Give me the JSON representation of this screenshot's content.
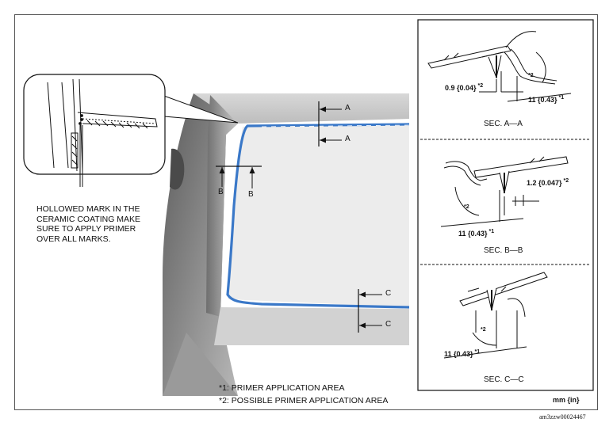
{
  "callouts": {
    "a_top": "A",
    "a_bottom": "A",
    "b_left": "B",
    "b_right": "B",
    "c_top": "C",
    "c_bottom": "C"
  },
  "note": {
    "lines": [
      "HOLLOWED MARK IN THE",
      "CERAMIC COATING MAKE",
      "SURE TO APPLY PRIMER",
      "OVER ALL MARKS."
    ]
  },
  "sections": {
    "a": {
      "title": "SEC. A—A",
      "dim1": "0.9 {0.04}",
      "dim1_mark": "*2",
      "dim2": "11 {0.43}",
      "dim2_mark": "*1",
      "angle_mark": "*2"
    },
    "b": {
      "title": "SEC. B—B",
      "dim1": "1.2 {0.047}",
      "dim1_mark": "*2",
      "dim2": "11 {0.43}",
      "dim2_mark": "*1",
      "angle_mark": "*2"
    },
    "c": {
      "title": "SEC. C—C",
      "dim1": "11 {0.43}",
      "dim1_mark": "*1",
      "angle_mark": "*2"
    }
  },
  "legend": {
    "item1_key": "*1:",
    "item1_text": "PRIMER APPLICATION AREA",
    "item2_key": "*2:",
    "item2_text": "POSSIBLE PRIMER APPLICATION AREA"
  },
  "units": "mm {in}",
  "figure_id": "am3zzw00024467",
  "colors": {
    "primer_line": "#3a78c8",
    "frame": "#555555",
    "glass": "#ececec",
    "body": "#8a8a8a"
  }
}
